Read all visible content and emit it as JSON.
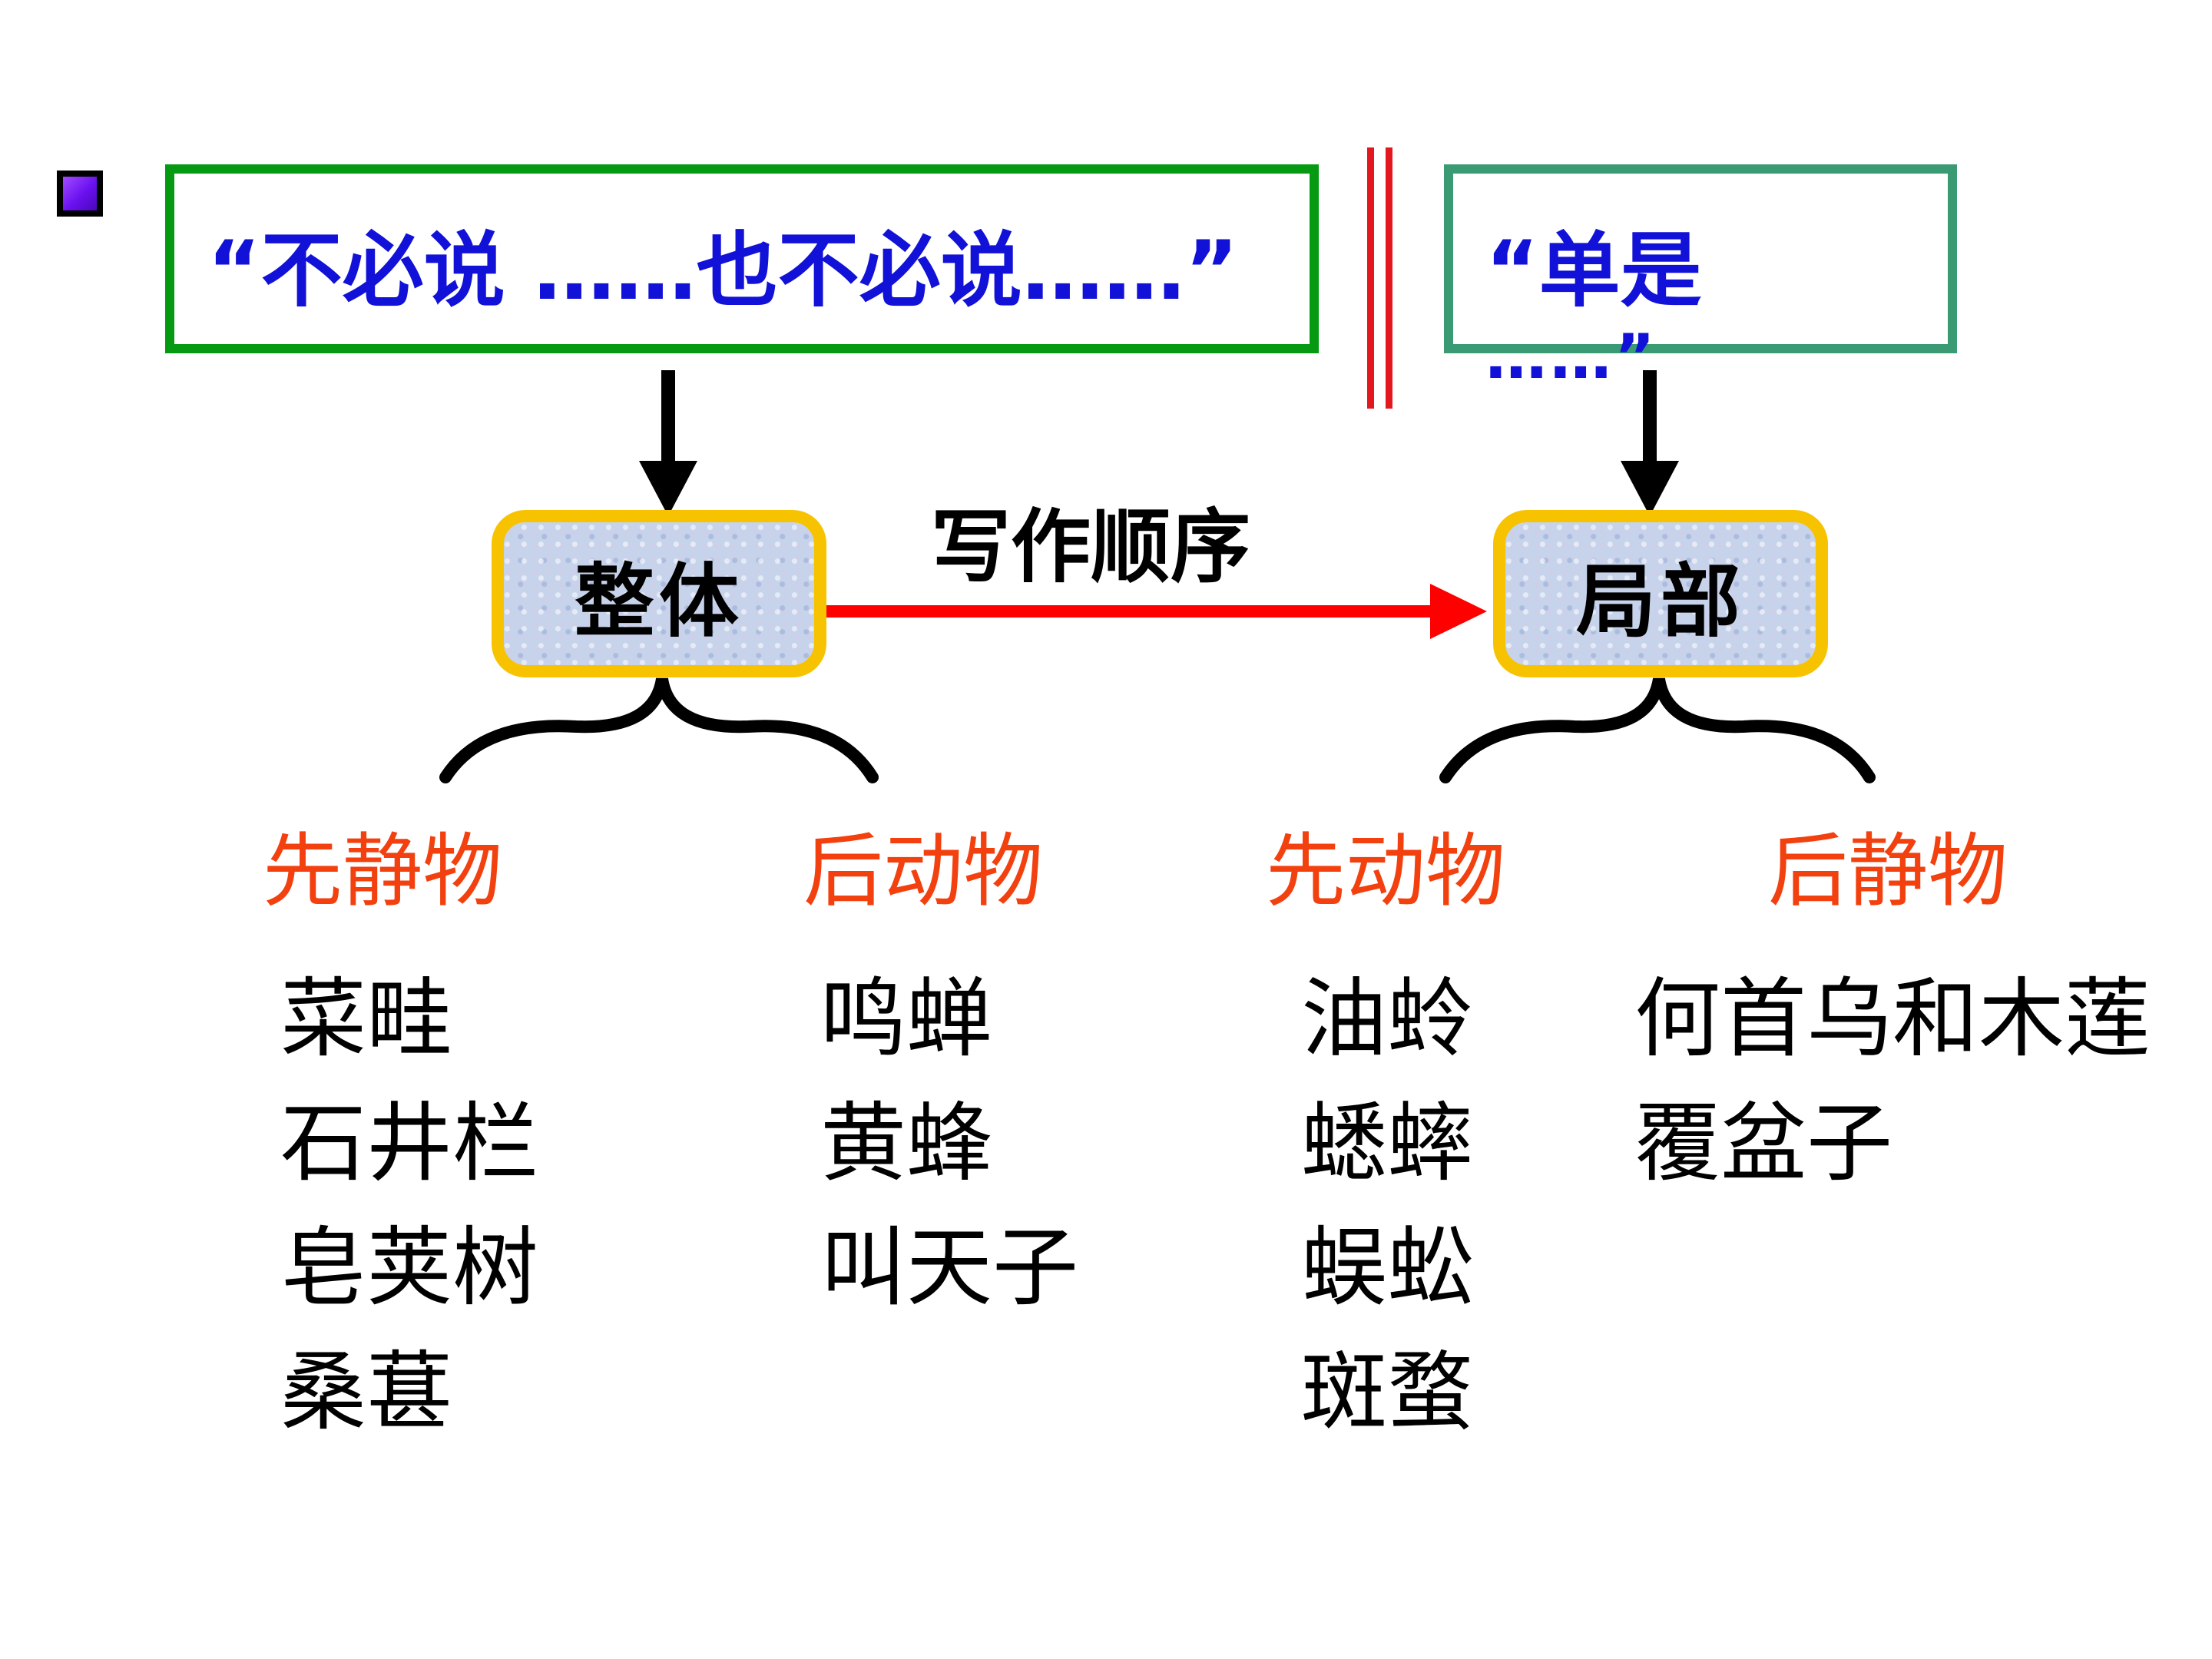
{
  "quotes": {
    "left": "“不必说 ……也不必说……”",
    "right_line1": "“单是",
    "right_line2": "……”"
  },
  "nodes": {
    "whole": "整体",
    "part": "局部"
  },
  "order_label": "写作顺序",
  "groups": [
    {
      "title": "先静物",
      "items": [
        "菜畦",
        "石井栏",
        "皂荚树",
        "桑葚"
      ]
    },
    {
      "title": "后动物",
      "items": [
        "鸣蝉",
        "黄蜂",
        "叫天子"
      ]
    },
    {
      "title": "先动物",
      "items": [
        "油蛉",
        "蟋蟀",
        "蜈蚣",
        "斑蝥"
      ]
    },
    {
      "title": "后静物",
      "items": [
        "何首乌和木莲",
        "覆盆子"
      ]
    }
  ],
  "colors": {
    "quote_text": "#1111d8",
    "left_box_border": "#069a13",
    "right_box_border": "#3a9a73",
    "divider": "#e3171e",
    "node_border": "#f7c300",
    "category_text": "#f2400f",
    "order_arrow": "#ff0000"
  }
}
